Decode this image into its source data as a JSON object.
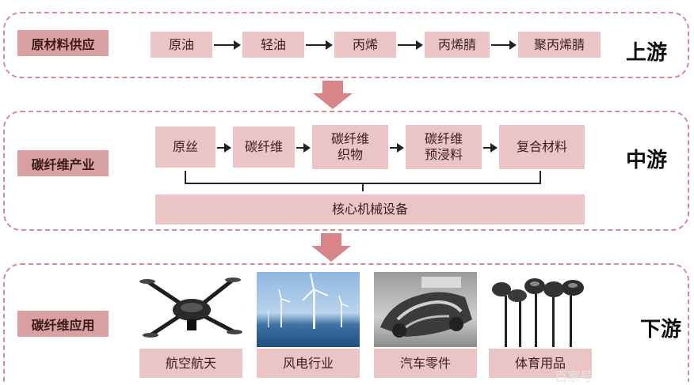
{
  "upstream": {
    "label": "原材料供应",
    "tier": "上游",
    "chain": [
      "原油",
      "轻油",
      "丙烯",
      "丙烯腈",
      "聚丙烯腈"
    ]
  },
  "midstream": {
    "label": "碳纤维产业",
    "tier": "中游",
    "chain": [
      "原丝",
      "碳纤维",
      "碳纤维\n织物",
      "碳纤维\n预浸料",
      "复合材料"
    ],
    "equipment": "核心机械设备"
  },
  "downstream": {
    "label": "碳纤维应用",
    "tier": "下游",
    "applications": [
      {
        "label": "航空航天",
        "icon": "drone-photo"
      },
      {
        "label": "风电行业",
        "icon": "wind-turbine-photo"
      },
      {
        "label": "汽车零件",
        "icon": "car-frame-photo"
      },
      {
        "label": "体育用品",
        "icon": "golf-clubs-photo"
      }
    ]
  },
  "colors": {
    "accent": "#d9a0a2",
    "box": "#ebc4c5",
    "border": "#d88a8c",
    "down_arrow": "#d98588"
  },
  "watermark": "百家号"
}
